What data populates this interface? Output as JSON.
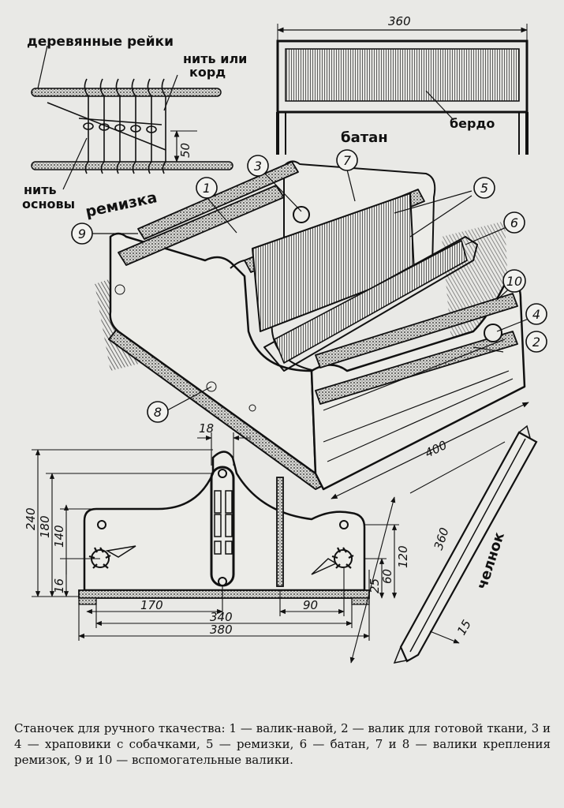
{
  "labels": {
    "wood_slats": "деревянные рейки",
    "thread_or_cord": "нить или корд",
    "warp_thread": "нить основы",
    "heddle": "ремизка",
    "batten": "батан",
    "reed": "бердо",
    "shuttle": "челнок"
  },
  "dimensions": {
    "d360_top": "360",
    "d50": "50",
    "d400": "400",
    "d18": "18",
    "d240": "240",
    "d180": "180",
    "d140": "140",
    "d16": "16",
    "d170": "170",
    "d340": "340",
    "d380": "380",
    "d90": "90",
    "d25": "25",
    "d60": "60",
    "d120": "120",
    "d360_shuttle": "360",
    "d15": "15"
  },
  "callouts": [
    "1",
    "2",
    "3",
    "4",
    "5",
    "6",
    "7",
    "8",
    "9",
    "10"
  ],
  "caption": "Станочек для ручного ткачества: 1 — валик-навой, 2 — валик для готовой ткани, 3 и 4 — храповики с собачками, 5 — ремизки, 6 — батан, 7 и 8 — валики крепления ремизок, 9 и 10 — вспомогательные валики."
}
